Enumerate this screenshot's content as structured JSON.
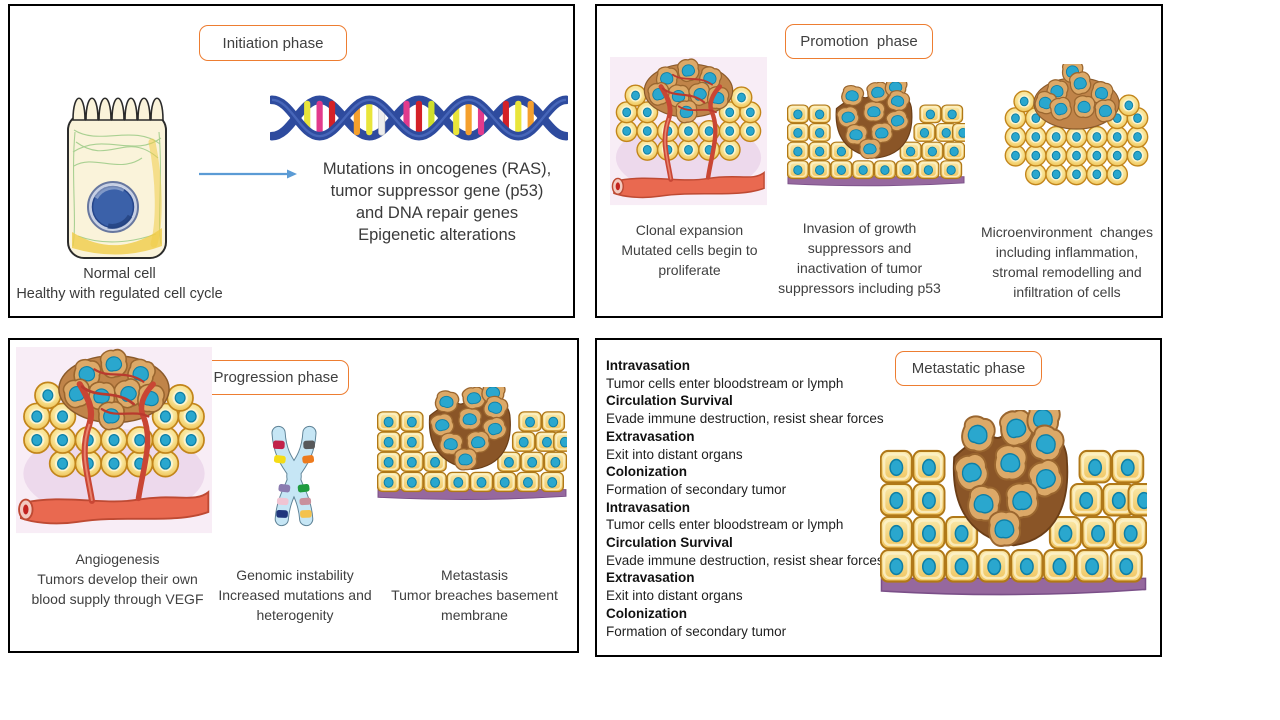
{
  "palette": {
    "accent_orange": "#ED7D31",
    "arrow_blue": "#5B9BD5",
    "panel_border": "#000000",
    "text_gray": "#3F3F3F",
    "cell_yellow": "#F8E394",
    "cell_outline": "#C2851A",
    "nucleus_teal": "#2AA7CE",
    "tumor_tan": "#DCA968",
    "matrix_brown": "#8A5527",
    "membrane_purple": "#96689E",
    "vessel_red": "#E96950",
    "pink_background": "#F8EDF6",
    "dna_blue": "#2E4B9E",
    "chromosome_blue": "#C6E6F5"
  },
  "panels": {
    "initiation": {
      "label": "Initiation phase",
      "mutation_text": "Mutations in oncogenes (RAS),\ntumor suppressor gene (p53)\nand DNA repair genes\nEpigenetic alterations",
      "cell_caption": "Normal cell\nHealthy with regulated cell cycle"
    },
    "promotion": {
      "label": "Promotion  phase",
      "captions": [
        "Clonal expansion\nMutated cells begin to\nproliferate",
        "Invasion of growth\nsuppressors and\ninactivation of tumor\nsuppressors including p53",
        "Microenvironment  changes\nincluding inflammation,\nstromal remodelling and\ninfiltration of cells"
      ]
    },
    "progression": {
      "label": "Progression phase",
      "captions": [
        "Angiogenesis\nTumors develop their own\nblood supply through VEGF",
        "Genomic instability\nIncreased mutations and\nheterogenity",
        "Metastasis\nTumor breaches basement\nmembrane"
      ]
    },
    "metastatic": {
      "label": "Metastatic phase",
      "steps": [
        {
          "term": "Intravasation",
          "desc": "Tumor cells enter bloodstream or lymph"
        },
        {
          "term": "Circulation Survival",
          "desc": "Evade immune destruction, resist shear forces"
        },
        {
          "term": "Extravasation",
          "desc": "Exit into distant organs"
        },
        {
          "term": "Colonization",
          "desc": "Formation of secondary tumor"
        },
        {
          "term": "Intravasation",
          "desc": "Tumor cells enter bloodstream or lymph"
        },
        {
          "term": "Circulation Survival",
          "desc": "Evade immune destruction, resist shear forces"
        },
        {
          "term": "Extravasation",
          "desc": "Exit into distant organs"
        },
        {
          "term": "Colonization",
          "desc": "Formation of secondary tumor"
        }
      ]
    }
  }
}
